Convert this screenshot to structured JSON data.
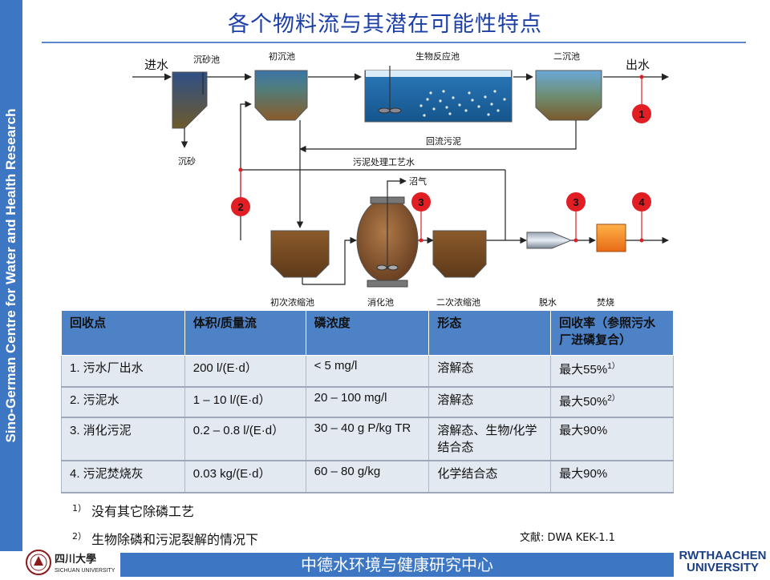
{
  "sidebar": {
    "text": "Sino-German Centre for Water and Health Research"
  },
  "title": "各个物料流与其潜在可能性特点",
  "diagram": {
    "inflow": "进水",
    "outflow": "出水",
    "grit_chamber": "沉砂池",
    "grit": "沉砂",
    "primary_clarifier": "初沉池",
    "bioreactor": "生物反应池",
    "secondary_clarifier": "二沉池",
    "return_sludge": "回流污泥",
    "sludge_process_water": "污泥处理工艺水",
    "biogas": "沼气",
    "primary_thickener": "初次浓缩池",
    "digester": "消化池",
    "secondary_thickener": "二次浓缩池",
    "dewatering": "脱水",
    "incineration": "焚烧",
    "markers": [
      "1",
      "2",
      "3",
      "3",
      "4"
    ],
    "marker_color": "#e01e24"
  },
  "table": {
    "headers": [
      "回收点",
      "体积/质量流",
      "磷浓度",
      "形态",
      "回收率（参照污水厂进磷复合）"
    ],
    "rows": [
      {
        "point": "1. 污水厂出水",
        "flow": "200 l/(E·d）",
        "conc": "< 5 mg/l",
        "form": "溶解态",
        "rate": "最大55%",
        "rate_sup": "1）"
      },
      {
        "point": "2. 污泥水",
        "flow": "1 – 10 l/(E·d）",
        "conc": "20 – 100 mg/l",
        "form": "溶解态",
        "rate": "最大50%",
        "rate_sup": "2）"
      },
      {
        "point": "3. 消化污泥",
        "flow": "0.2 – 0.8 l/(E·d）",
        "conc": "30 – 40 g P/kg TR",
        "form": "溶解态、生物/化学结合态",
        "rate": "最大90%",
        "rate_sup": ""
      },
      {
        "point": "4. 污泥焚烧灰",
        "flow": "0.03 kg/(E·d）",
        "conc": "60 – 80 g/kg",
        "form": "化学结合态",
        "rate": "最大90%",
        "rate_sup": ""
      }
    ]
  },
  "footnotes": [
    {
      "mark": "1）",
      "text": "没有其它除磷工艺"
    },
    {
      "mark": "2）",
      "text": "生物除磷和污泥裂解的情况下"
    }
  ],
  "reference": "文献: DWA KEK-1.1",
  "footer": {
    "center_text": "中德水环境与健康研究中心",
    "left_logo_cn": "四川大學",
    "left_logo_en": "SICHUAN UNIVERSITY",
    "right_logo_line1": "RWTHAACHEN",
    "right_logo_line2": "UNIVERSITY"
  },
  "colors": {
    "sidebar": "#3d77c4",
    "title": "#1c3fa8",
    "table_header": "#4d82c6",
    "table_body": "#e3e9f1"
  }
}
